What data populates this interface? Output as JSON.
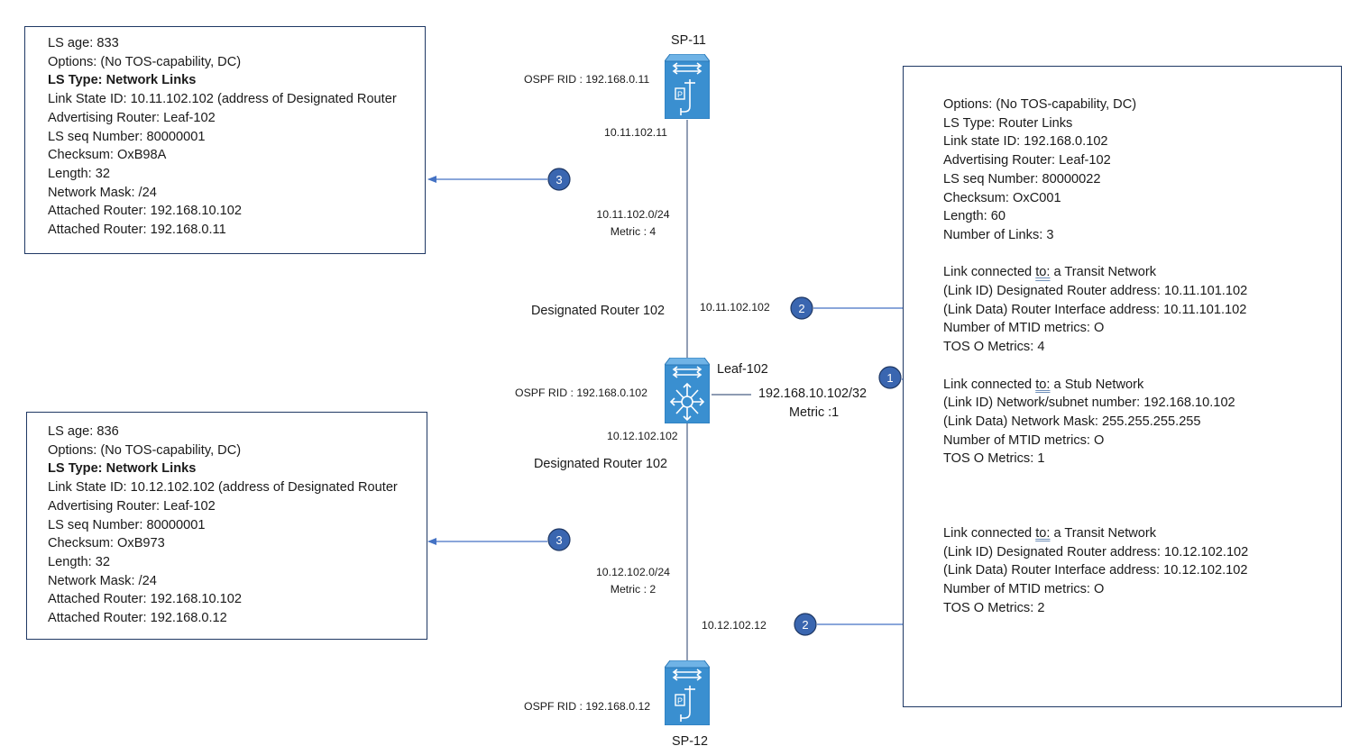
{
  "nodes": {
    "sp11": {
      "name": "SP-11",
      "rid": "OSPF RID : 192.168.0.11",
      "ip": "10.11.102.11"
    },
    "sp12": {
      "name": "SP-12",
      "rid": "OSPF RID : 192.168.0.12",
      "ip": "10.12.102.12"
    },
    "leaf": {
      "name": "Leaf-102",
      "rid": "OSPF RID : 192.168.0.102",
      "ip_lower": "10.12.102.102",
      "ip_upper": "10.11.102.102"
    }
  },
  "links": {
    "upper": {
      "subnet": "10.11.102.0/24",
      "metric": "Metric : 4",
      "dr": "Designated Router 102"
    },
    "lower": {
      "subnet": "10.12.102.0/24",
      "metric": "Metric : 2",
      "dr": "Designated Router 102"
    },
    "stub": {
      "subnet": "192.168.10.102/32",
      "metric": "Metric :1"
    }
  },
  "markers": {
    "one": "1",
    "two": "2",
    "three": "3"
  },
  "lsa_top": {
    "age": "LS age: 833",
    "options": "Options: (No TOS-capability, DC)",
    "type": "LS Type: Network Links",
    "link_state_id": "Link State ID: 10.11.102.102 (address of Designated Router",
    "adv_router": "Advertising Router: Leaf-102",
    "seq": "LS seq Number: 80000001",
    "checksum": "Checksum: OxB98A",
    "length": "Length: 32",
    "mask": "Network Mask: /24",
    "attached1": "Attached Router: 192.168.10.102",
    "attached2": "Attached Router: 192.168.0.11"
  },
  "lsa_bottom": {
    "age": "LS age: 836",
    "options": "Options: (No TOS-capability, DC)",
    "type": "LS Type: Network Links",
    "link_state_id": "Link State ID: 10.12.102.102 (address of Designated Router",
    "adv_router": "Advertising Router: Leaf-102",
    "seq": "LS seq Number: 80000001",
    "checksum": "Checksum: OxB973",
    "length": "Length: 32",
    "mask": "Network Mask: /24",
    "attached1": "Attached Router: 192.168.10.102",
    "attached2": "Attached Router: 192.168.0.12"
  },
  "lsa_router": {
    "options": "Options: (No TOS-capability, DC)",
    "type": "LS Type: Router Links",
    "link_state_id": "Link state ID: 192.168.0.102",
    "adv_router": "Advertising Router: Leaf-102",
    "seq": "LS seq Number: 80000022",
    "checksum": "Checksum: OxC001",
    "length": "Length: 60",
    "num_links": "Number of Links: 3",
    "link_connected_prefix": "Link connected ",
    "link_connected_to": "to:",
    "links": [
      {
        "kind": " a Transit Network",
        "id": "(Link ID) Designated Router address: 10.11.101.102",
        "data": "(Link Data) Router Interface address: 10.11.101.102",
        "mtid": "Number of MTID metrics: O",
        "tos": "TOS O Metrics: 4"
      },
      {
        "kind": " a Stub Network",
        "id": "(Link ID) Network/subnet number: 192.168.10.102",
        "data": "(Link Data) Network Mask: 255.255.255.255",
        "mtid": "Number of MTID metrics: O",
        "tos": "TOS O Metrics: 1"
      },
      {
        "kind": " a Transit Network",
        "id": "(Link ID) Designated Router address: 10.12.102.102",
        "data": "(Link Data) Router Interface address: 10.12.102.102",
        "mtid": "Number of MTID metrics: O",
        "tos": "TOS O Metrics: 2"
      }
    ]
  },
  "colors": {
    "accent": "#4472c4",
    "border": "#1f3864",
    "device": "#3a8fd0"
  }
}
